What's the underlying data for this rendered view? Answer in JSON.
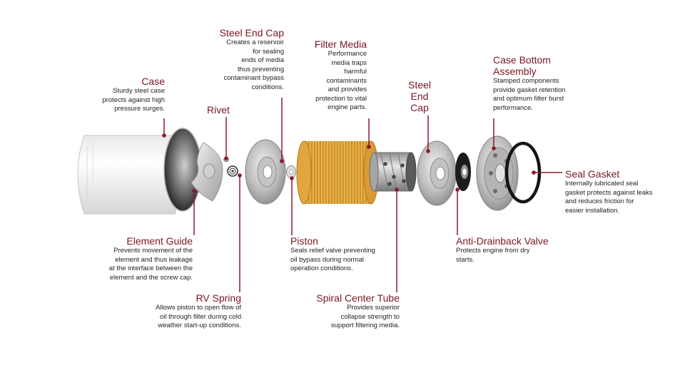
{
  "colors": {
    "accent": "#7a1523",
    "leader": "#8b1a2a",
    "text": "#222222"
  },
  "components": [
    {
      "id": "case",
      "title": "Case",
      "desc": [
        "Sturdy steel case",
        "protects against high",
        "pressure surges."
      ]
    },
    {
      "id": "rivet",
      "title": "Rivet",
      "desc": []
    },
    {
      "id": "steel-end-cap-1",
      "title": "Steel End Cap",
      "desc": [
        "Creates a reservoir",
        "for sealing",
        "ends of media",
        "thus preventing",
        "contaminant bypass",
        "conditions."
      ]
    },
    {
      "id": "filter-media",
      "title": "Filter Media",
      "desc": [
        "Performance",
        "media traps",
        "harmful",
        "contaminants",
        "and provides",
        "protection to vital",
        "engine parts."
      ]
    },
    {
      "id": "steel-end-cap-2",
      "title": [
        "Steel",
        "End",
        "Cap"
      ],
      "desc": []
    },
    {
      "id": "case-bottom",
      "title": [
        "Case Bottom",
        "Assembly"
      ],
      "desc": [
        "Stamped components",
        "provide gasket retention",
        "and optimum filter burst",
        "performance."
      ]
    },
    {
      "id": "seal-gasket",
      "title": "Seal Gasket",
      "desc": [
        "Internally lubricated seal",
        "gasket protects against leaks",
        "and reduces friction for",
        "easier installation."
      ]
    },
    {
      "id": "element-guide",
      "title": "Element Guide",
      "desc": [
        "Prevents movement of the",
        "element and thus leakage",
        "at the interface between the",
        "element and the screw cap."
      ]
    },
    {
      "id": "rv-spring",
      "title": "RV Spring",
      "desc": [
        "Allows piston to open flow of",
        "oil through filter during cold",
        "weather start-up conditions."
      ]
    },
    {
      "id": "piston",
      "title": "Piston",
      "desc": [
        "Seals relief valve preventing",
        "oil bypass during normal",
        "operation conditions."
      ]
    },
    {
      "id": "spiral-center-tube",
      "title": "Spiral Center Tube",
      "desc": [
        "Provides superior",
        "collapse strength to",
        "support filtering media."
      ]
    },
    {
      "id": "anti-drainback-valve",
      "title": "Anti-Drainback Valve",
      "desc": [
        "Protects engine from dry",
        "starts."
      ]
    }
  ]
}
